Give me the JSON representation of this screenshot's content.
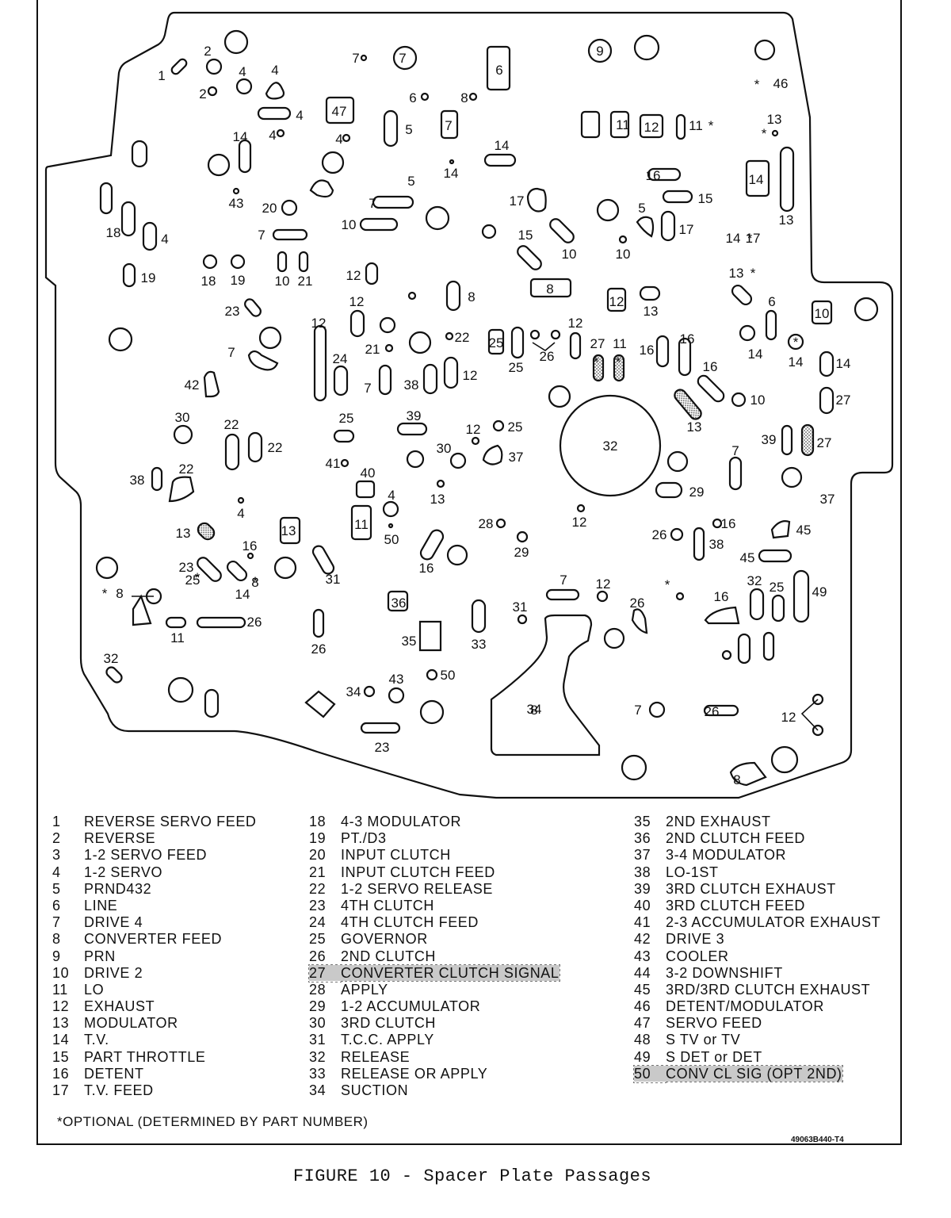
{
  "figure": {
    "caption": "FIGURE 10 - Spacer Plate Passages",
    "footnote": "*OPTIONAL (DETERMINED BY PART NUMBER)",
    "part_number": "49063B440-T4"
  },
  "legend": [
    {
      "num": "1",
      "label": "REVERSE SERVO FEED"
    },
    {
      "num": "2",
      "label": "REVERSE"
    },
    {
      "num": "3",
      "label": "1-2 SERVO FEED"
    },
    {
      "num": "4",
      "label": "1-2 SERVO"
    },
    {
      "num": "5",
      "label": "PRND432"
    },
    {
      "num": "6",
      "label": "LINE"
    },
    {
      "num": "7",
      "label": "DRIVE 4"
    },
    {
      "num": "8",
      "label": "CONVERTER FEED"
    },
    {
      "num": "9",
      "label": "PRN"
    },
    {
      "num": "10",
      "label": "DRIVE 2"
    },
    {
      "num": "11",
      "label": "LO"
    },
    {
      "num": "12",
      "label": "EXHAUST"
    },
    {
      "num": "13",
      "label": "MODULATOR"
    },
    {
      "num": "14",
      "label": "T.V."
    },
    {
      "num": "15",
      "label": "PART THROTTLE"
    },
    {
      "num": "16",
      "label": "DETENT"
    },
    {
      "num": "17",
      "label": "T.V. FEED"
    },
    {
      "num": "18",
      "label": "4-3 MODULATOR"
    },
    {
      "num": "19",
      "label": "PT./D3"
    },
    {
      "num": "20",
      "label": "INPUT CLUTCH"
    },
    {
      "num": "21",
      "label": "INPUT CLUTCH FEED"
    },
    {
      "num": "22",
      "label": "1-2 SERVO RELEASE"
    },
    {
      "num": "23",
      "label": "4TH CLUTCH"
    },
    {
      "num": "24",
      "label": "4TH CLUTCH FEED"
    },
    {
      "num": "25",
      "label": "GOVERNOR"
    },
    {
      "num": "26",
      "label": "2ND CLUTCH"
    },
    {
      "num": "27",
      "label": "CONVERTER CLUTCH SIGNAL",
      "highlight": true
    },
    {
      "num": "28",
      "label": "APPLY"
    },
    {
      "num": "29",
      "label": "1-2 ACCUMULATOR"
    },
    {
      "num": "30",
      "label": "3RD CLUTCH"
    },
    {
      "num": "31",
      "label": "T.C.C. APPLY"
    },
    {
      "num": "32",
      "label": "RELEASE"
    },
    {
      "num": "33",
      "label": "RELEASE OR APPLY"
    },
    {
      "num": "34",
      "label": "SUCTION"
    },
    {
      "num": "35",
      "label": "2ND EXHAUST"
    },
    {
      "num": "36",
      "label": "2ND CLUTCH FEED"
    },
    {
      "num": "37",
      "label": "3-4 MODULATOR"
    },
    {
      "num": "38",
      "label": "LO-1ST"
    },
    {
      "num": "39",
      "label": "3RD CLUTCH EXHAUST"
    },
    {
      "num": "40",
      "label": "3RD CLUTCH FEED"
    },
    {
      "num": "41",
      "label": "2-3 ACCUMULATOR EXHAUST"
    },
    {
      "num": "42",
      "label": "DRIVE 3"
    },
    {
      "num": "43",
      "label": "COOLER"
    },
    {
      "num": "44",
      "label": "3-2 DOWNSHIFT"
    },
    {
      "num": "45",
      "label": "3RD/3RD CLUTCH EXHAUST"
    },
    {
      "num": "46",
      "label": "DETENT/MODULATOR"
    },
    {
      "num": "47",
      "label": "SERVO FEED"
    },
    {
      "num": "48",
      "label": "S TV or TV"
    },
    {
      "num": "49",
      "label": "S DET or DET"
    },
    {
      "num": "50",
      "label": "CONV CL SIG (OPT 2ND)",
      "highlight": true
    }
  ],
  "diagram": {
    "central_passage": "32",
    "suction_passage": "34",
    "passage_labels": [
      "1",
      "2",
      "2",
      "4",
      "4",
      "4",
      "4",
      "7",
      "7",
      "6",
      "6",
      "8",
      "9",
      "47",
      "5",
      "7",
      "4",
      "46",
      "13",
      "14",
      "14",
      "14",
      "16",
      "15",
      "10",
      "11",
      "12",
      "11",
      "14",
      "13",
      "43",
      "20",
      "7",
      "5",
      "7",
      "10",
      "17",
      "15",
      "10",
      "5",
      "17",
      "17",
      "14",
      "18",
      "4",
      "19",
      "18",
      "19",
      "10",
      "21",
      "12",
      "12",
      "8",
      "8",
      "12",
      "13",
      "13",
      "6",
      "10",
      "23",
      "12",
      "24",
      "21",
      "22",
      "7",
      "25",
      "25",
      "26",
      "27",
      "11",
      "12",
      "16",
      "16",
      "16",
      "14",
      "14",
      "14",
      "27",
      "13",
      "10",
      "42",
      "7",
      "12",
      "38",
      "30",
      "22",
      "22",
      "25",
      "39",
      "25",
      "12",
      "27",
      "39",
      "30",
      "37",
      "38",
      "22",
      "41",
      "40",
      "13",
      "28",
      "29",
      "37",
      "4",
      "4",
      "11",
      "50",
      "13",
      "13",
      "7",
      "12",
      "45",
      "16",
      "29",
      "38",
      "26",
      "45",
      "16",
      "16",
      "23",
      "14",
      "25",
      "8",
      "31",
      "8",
      "31",
      "12",
      "32",
      "25",
      "49",
      "16",
      "26",
      "7",
      "11",
      "26",
      "35",
      "36",
      "26",
      "33",
      "32",
      "50",
      "34",
      "43",
      "7",
      "26",
      "12",
      "8",
      "8",
      "23"
    ]
  }
}
